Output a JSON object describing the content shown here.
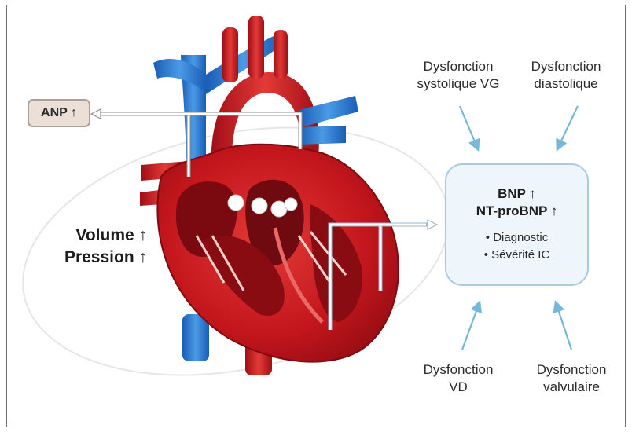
{
  "anp": {
    "label": "ANP ↑"
  },
  "volume_pressure": {
    "line1": "Volume ↑",
    "line2": "Pression ↑"
  },
  "bnp": {
    "line1": "BNP ↑",
    "line2": "NT-proBNP ↑",
    "bullets": [
      "Diagnostic",
      "Sévérité IC"
    ]
  },
  "causes": {
    "top_left": [
      "Dysfonction",
      "systolique VG"
    ],
    "top_right": [
      "Dysfonction",
      "diastolique"
    ],
    "bottom_left": [
      "Dysfonction",
      "VD"
    ],
    "bottom_right": [
      "Dysfonction",
      "valvulaire"
    ]
  },
  "colors": {
    "anp_fill": "#ece0d6",
    "bnp_fill": "#eef6fb",
    "bnp_border": "#a8cbe2",
    "arrow": "#74b8dc",
    "vein_blue": "#2f7bd1",
    "heart_red": "#c8141c"
  }
}
